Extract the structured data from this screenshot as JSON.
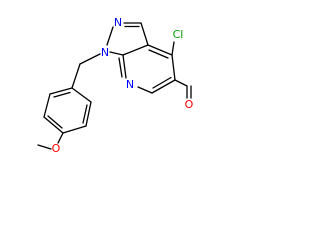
{
  "colors": {
    "bond": "#000000",
    "carbon": "#000000",
    "nitrogen": "#0000ff",
    "oxygen": "#ff0000",
    "chlorine": "#00a000",
    "background": "#ffffff"
  },
  "atoms": {
    "n1": "N",
    "n2": "N",
    "n7": "N",
    "cl": "Cl",
    "o_aldehyde": "O",
    "o_methoxy": "O"
  }
}
